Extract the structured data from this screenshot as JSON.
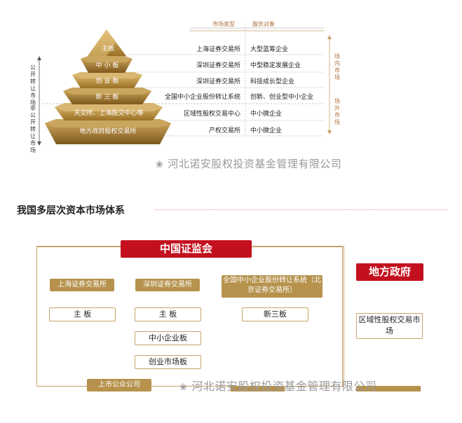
{
  "pyramid": {
    "header_market_type": "市场类型",
    "header_service_target": "服务对象",
    "tiers": [
      {
        "label": "主板",
        "market": "上海证券交易所",
        "target": "大型蓝筹企业"
      },
      {
        "label": "中 小 板",
        "market": "深圳证券交易所",
        "target": "中型稳定发展企业"
      },
      {
        "label": "创 业 板",
        "market": "深圳证券交易所",
        "target": "科技成长型企业"
      },
      {
        "label": "新 三 板",
        "market": "全国中小企业股份转让系统",
        "target": "创新、创业型中小企业"
      },
      {
        "label": "天交所、上海股交中心等",
        "market": "区域性股权交易中心",
        "target": "中小微企业"
      },
      {
        "label": "地方政府股权交易所",
        "market": "产权交易所",
        "target": "中小微企业"
      }
    ],
    "left_label_public": "公开转让市场",
    "left_label_nonpublic": "非公开转让市场",
    "right_label_inside": "场内市场",
    "right_label_outside": "场外市场",
    "colors": {
      "gold_light": "#e3c27a",
      "gold_dark": "#8a6420",
      "accent": "#b0703a"
    }
  },
  "watermark": "河北诺安股权投资基金管理有限公司",
  "system": {
    "title": "我国多层次资本市场体系",
    "csrc": "中国证监会",
    "local_gov": "地方政府",
    "sse": "上海证券交易所",
    "szse": "深圳证券交易所",
    "neeq": "全国中小企业股份转让系统（北京证券交易所）",
    "sse_main": "主  板",
    "szse_main": "主  板",
    "szse_sme": "中小企业板",
    "szse_gem": "创业市场板",
    "neeq_board": "新三板",
    "regional": "区域性股权交易市场",
    "listed": "上市公众公司",
    "colors": {
      "red": "#c3101e",
      "gold": "#b6924c",
      "border": "#c9a36a"
    }
  }
}
